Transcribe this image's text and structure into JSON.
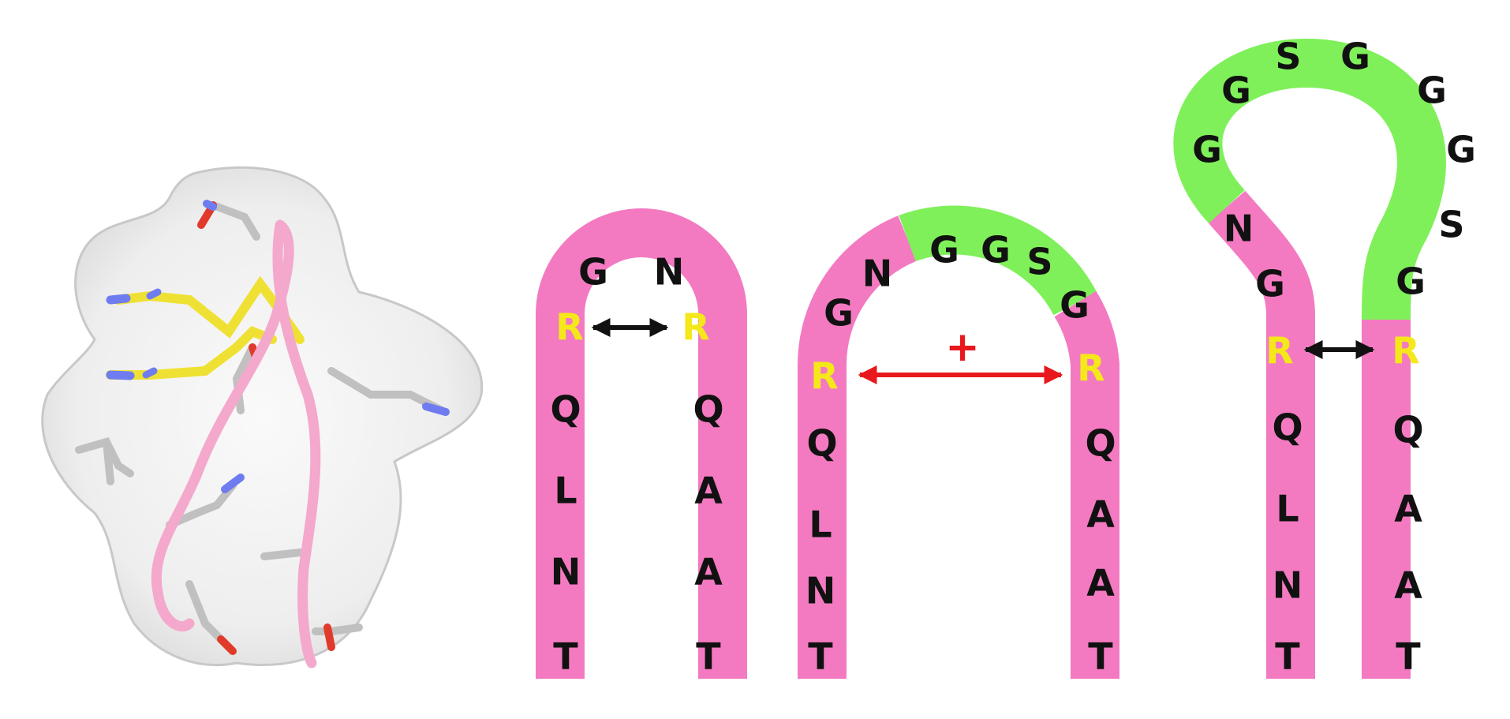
{
  "colors": {
    "pink": "#f37ac1",
    "green": "#7ff05a",
    "yellow": "#f5e81a",
    "black": "#111111",
    "red": "#e8181d",
    "surface": "#eeeeee",
    "stick_gray": "#bdbdbd",
    "ribbon_pink": "#f4a8cc"
  },
  "hairpins": [
    {
      "label": "hairpin-1",
      "left_strand": [
        "G",
        "R",
        "Q",
        "L",
        "N",
        "T"
      ],
      "right_strand": [
        "N",
        "R",
        "Q",
        "A",
        "A",
        "T"
      ],
      "highlight": "R",
      "arrow_symbol": "",
      "arrow_color": "black"
    },
    {
      "label": "hairpin-2",
      "left_strand": [
        "N",
        "G",
        "R",
        "Q",
        "L",
        "N",
        "T"
      ],
      "loop": [
        "G",
        "G",
        "S",
        "G"
      ],
      "right_strand": [
        "R",
        "Q",
        "A",
        "A",
        "T"
      ],
      "highlight": "R",
      "arrow_symbol": "+",
      "arrow_color": "red"
    },
    {
      "label": "hairpin-3",
      "left_strand": [
        "N",
        "G",
        "R",
        "Q",
        "L",
        "N",
        "T"
      ],
      "loop": [
        "G",
        "G",
        "S",
        "G",
        "G",
        "G",
        "S",
        "G"
      ],
      "right_strand": [
        "R",
        "Q",
        "A",
        "A",
        "T"
      ],
      "highlight": "R",
      "arrow_symbol": "",
      "arrow_color": "black"
    }
  ]
}
